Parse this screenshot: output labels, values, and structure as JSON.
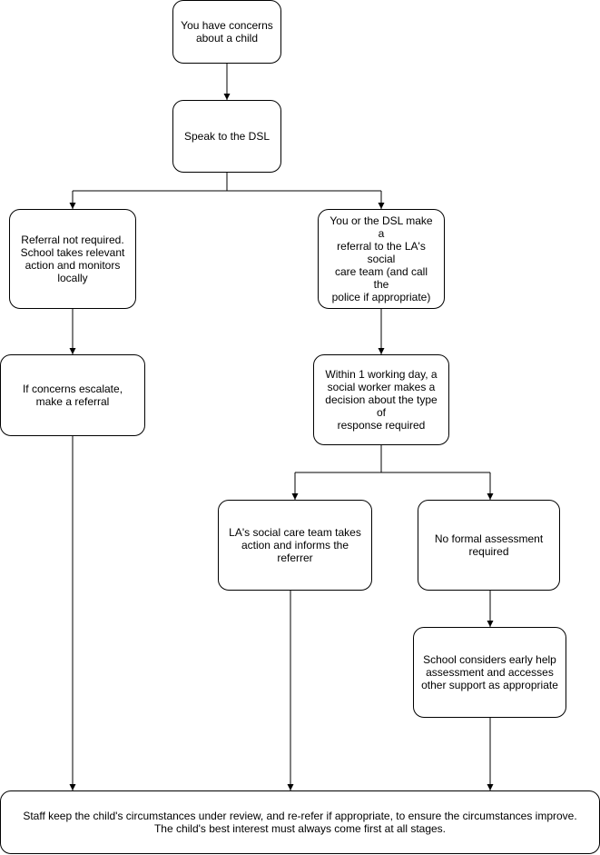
{
  "flowchart": {
    "nodes": {
      "start": "You have concerns\nabout a child",
      "dsl": "Speak to the DSL",
      "no_referral": "Referral not required.\nSchool takes relevant\naction and monitors\nlocally",
      "referral": "You or the DSL make a\nreferral to the LA's social\ncare team (and call the\npolice if appropriate)",
      "escalate": "If concerns escalate,\nmake a referral",
      "decision": "Within 1 working day, a\nsocial worker makes a\ndecision about the type of\nresponse required",
      "la_action": "LA's social care team takes\naction and informs the referrer",
      "no_formal": "No formal assessment\nrequired",
      "early_help": "School considers early help\nassessment and accesses\nother support as appropriate",
      "review": "Staff keep the child's circumstances under review, and re-refer if appropriate, to ensure the circumstances improve.\nThe child's best interest must always come first at all stages."
    },
    "edges": [
      [
        "start",
        "dsl"
      ],
      [
        "dsl",
        "no_referral"
      ],
      [
        "dsl",
        "referral"
      ],
      [
        "no_referral",
        "escalate"
      ],
      [
        "referral",
        "decision"
      ],
      [
        "decision",
        "la_action"
      ],
      [
        "decision",
        "no_formal"
      ],
      [
        "no_formal",
        "early_help"
      ],
      [
        "escalate",
        "review"
      ],
      [
        "la_action",
        "review"
      ],
      [
        "early_help",
        "review"
      ]
    ]
  }
}
